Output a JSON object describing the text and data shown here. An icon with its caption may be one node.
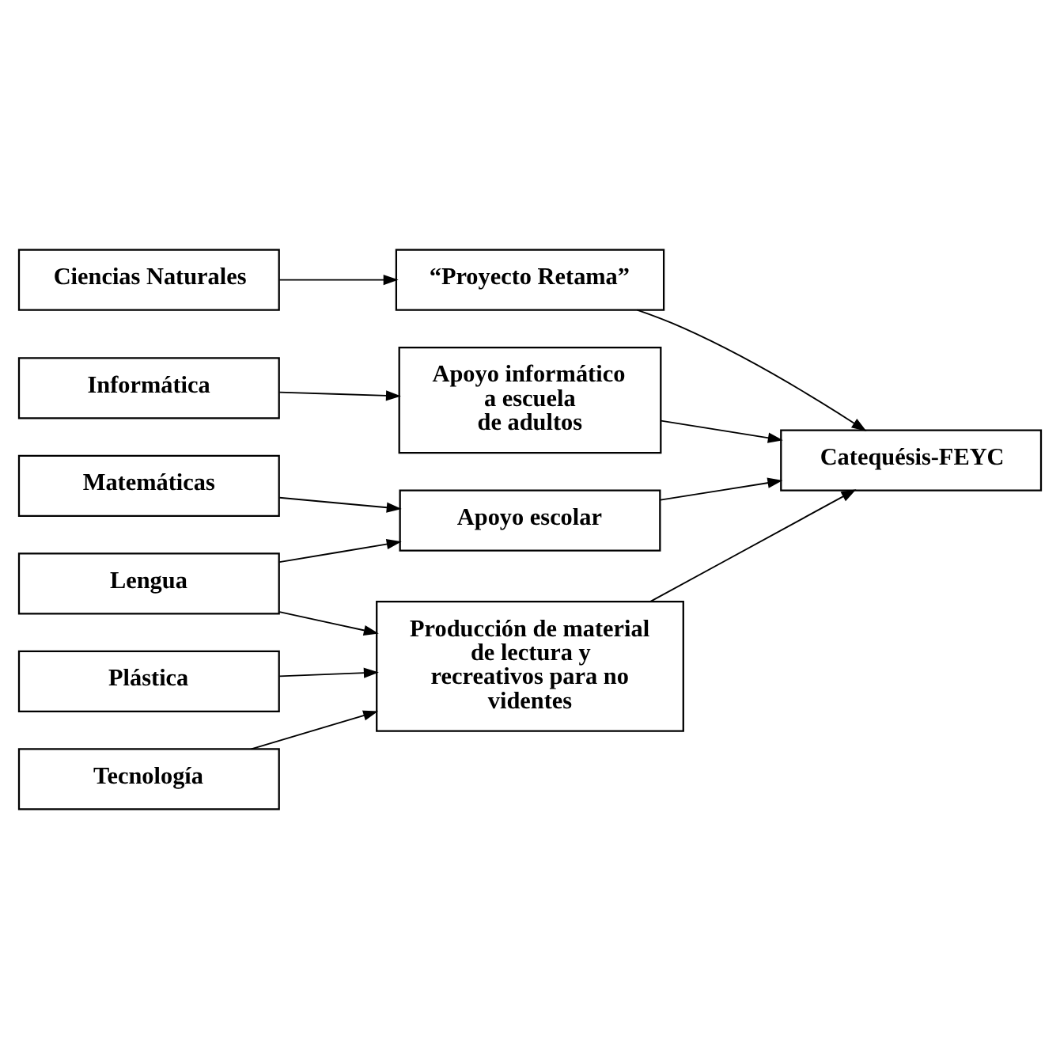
{
  "diagram": {
    "nodes": [
      {
        "text": [
          "Ciencias Naturales"
        ]
      },
      {
        "text": [
          "“Proyecto Retama”"
        ]
      },
      {
        "text": [
          "Informática"
        ]
      },
      {
        "text": [
          "Apoyo informático a escuela de adultos"
        ]
      },
      {
        "text": [
          "Matemáticas"
        ]
      },
      {
        "text": [
          "Apoyo escolar"
        ]
      },
      {
        "text": [
          "Lengua"
        ]
      },
      {
        "text": [
          "Producción de material de lectura y recreativos para no videntes"
        ]
      },
      {
        "text": [
          "Plástica"
        ]
      },
      {
        "text": [
          "Tecnología"
        ]
      },
      {
        "text": [
          "Catequésis-FEYC"
        ]
      }
    ],
    "edges": [
      {
        "from": 0,
        "to": 1,
        "arrow": "to"
      },
      {
        "from": 2,
        "to": 3,
        "arrow": "to"
      },
      {
        "from": 4,
        "to": 5,
        "arrow": "to"
      },
      {
        "from": 6,
        "to": 5,
        "arrow": "to"
      },
      {
        "from": 6,
        "to": 7,
        "arrow": "to"
      },
      {
        "from": 8,
        "to": 7,
        "arrow": "to"
      },
      {
        "from": 9,
        "to": 7,
        "arrow": "to"
      },
      {
        "from": 1,
        "to": 10,
        "arrow": "to"
      },
      {
        "from": 3,
        "to": 10,
        "arrow": "to"
      },
      {
        "from": 5,
        "to": 10,
        "arrow": "to"
      },
      {
        "from": 7,
        "to": 10,
        "arrow": "to"
      }
    ]
  }
}
